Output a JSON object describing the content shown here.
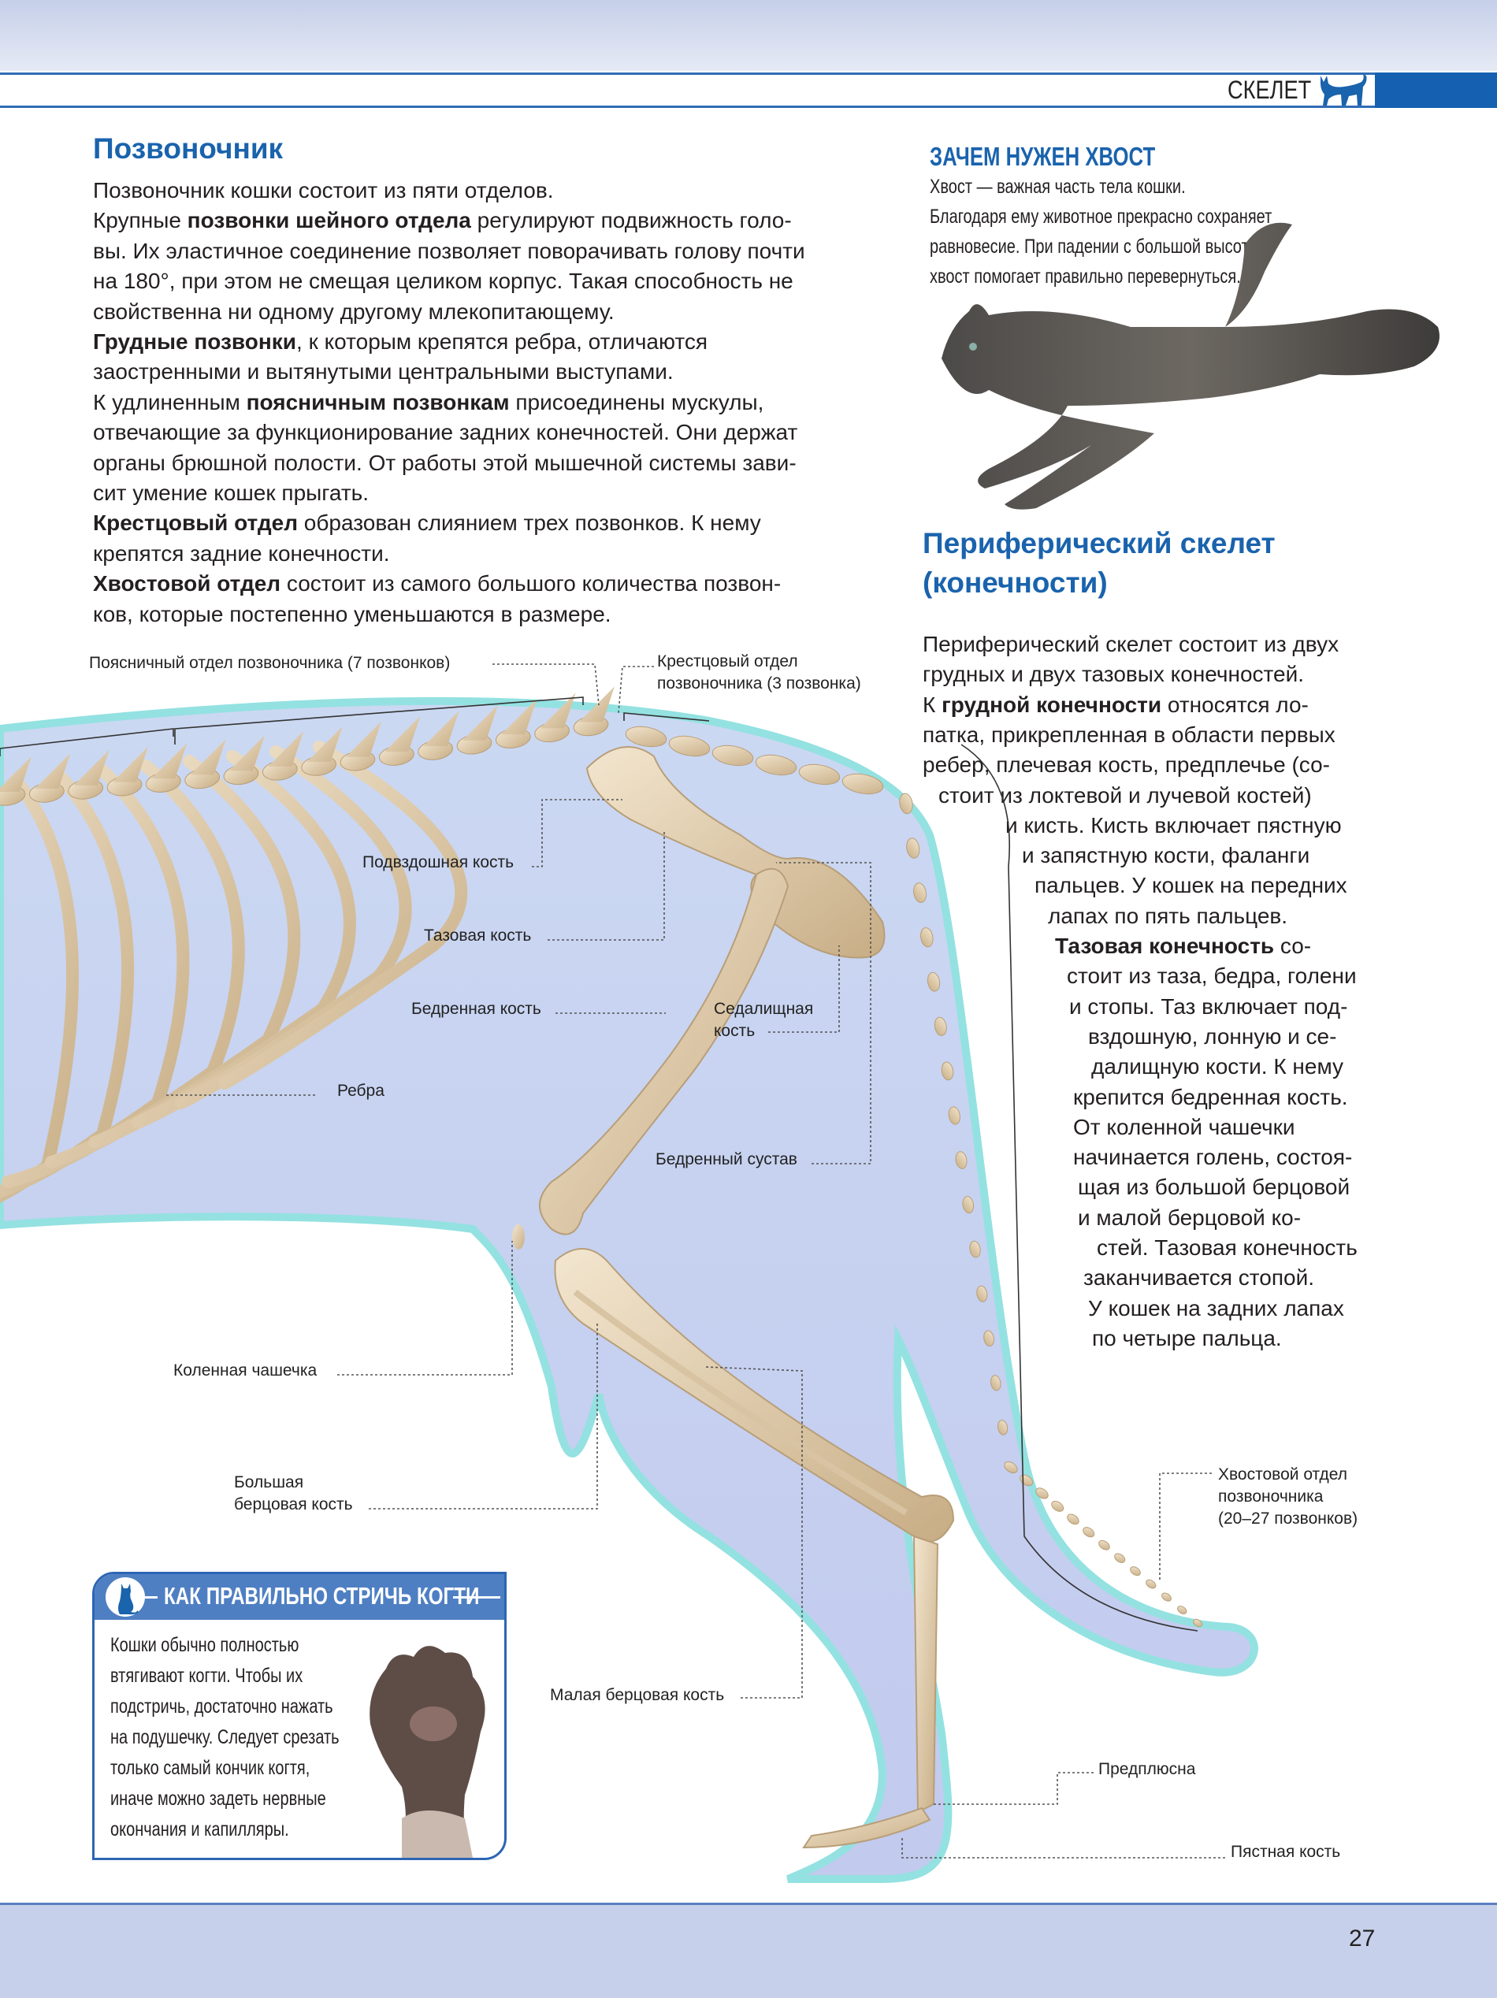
{
  "header": {
    "section": "СКЕЛЕТ",
    "accent": "#1560b0"
  },
  "footer": {
    "page_number": "27"
  },
  "spine": {
    "title": "Позвоночник",
    "lines": [
      [
        {
          "t": "Позвоночник кошки состоит из пяти отделов."
        }
      ],
      [
        {
          "t": "Крупные "
        },
        {
          "t": "позвонки шейного отдела",
          "b": true
        },
        {
          "t": " регулируют подвижность голо-"
        }
      ],
      [
        {
          "t": "вы. Их эластичное соединение позволяет поворачивать голову почти"
        }
      ],
      [
        {
          "t": "на 180°, при этом не смещая целиком корпус. Такая способность не"
        }
      ],
      [
        {
          "t": "свойственна ни одному другому млекопитающему."
        }
      ],
      [
        {
          "t": "Грудные позвонки",
          "b": true
        },
        {
          "t": ", к которым крепятся ребра, отличаются"
        }
      ],
      [
        {
          "t": "заостренными и вытянутыми центральными выступами."
        }
      ],
      [
        {
          "t": "К удлиненным "
        },
        {
          "t": "поясничным позвонкам",
          "b": true
        },
        {
          "t": " присоединены мускулы,"
        }
      ],
      [
        {
          "t": "отвечающие за функционирование задних конечностей. Они держат"
        }
      ],
      [
        {
          "t": "органы брюшной полости. От работы этой мышечной системы зави-"
        }
      ],
      [
        {
          "t": "сит умение кошек прыгать."
        }
      ],
      [
        {
          "t": "Крестцовый отдел",
          "b": true
        },
        {
          "t": " образован слиянием трех позвонков. К нему"
        }
      ],
      [
        {
          "t": "крепятся задние конечности."
        }
      ],
      [
        {
          "t": "Хвостовой отдел",
          "b": true
        },
        {
          "t": " состоит из самого большого количества позвон-"
        }
      ],
      [
        {
          "t": "ков, которые постепенно уменьшаются в размере."
        }
      ]
    ]
  },
  "tail_box": {
    "title": "ЗАЧЕМ НУЖЕН ХВОСТ",
    "lines": [
      "Хвост — важная часть тела кошки.",
      "Благодаря ему животное прекрасно сохраняет",
      "равновесие. При падении с большой высоты",
      "хвост помогает правильно перевернуться."
    ]
  },
  "peripheral": {
    "title_1": "Периферический скелет",
    "title_2": "(конечности)",
    "lines": [
      [
        {
          "t": "Периферический скелет состоит из двух"
        }
      ],
      [
        {
          "t": "грудных и двух тазовых конечностей."
        }
      ],
      [
        {
          "t": "К "
        },
        {
          "t": "грудной конечности",
          "b": true
        },
        {
          "t": " относятся ло-"
        }
      ],
      [
        {
          "t": "патка, прикрепленная в области первых"
        }
      ],
      [
        {
          "t": "ребер, плечевая кость, предплечье (со-"
        }
      ],
      [
        {
          "t": "стоит из локтевой и лучевой костей)"
        }
      ],
      [
        {
          "t": "и кисть. Кисть включает пястную"
        }
      ],
      [
        {
          "t": "и запястную кости, фаланги"
        }
      ],
      [
        {
          "t": "пальцев. У кошек на передних"
        }
      ],
      [
        {
          "t": "лапах по пять пальцев."
        }
      ],
      [
        {
          "t": "Тазовая конечность",
          "b": true
        },
        {
          "t": " со-"
        }
      ],
      [
        {
          "t": "стоит из таза, бедра, голени"
        }
      ],
      [
        {
          "t": "и стопы. Таз включает под-"
        }
      ],
      [
        {
          "t": "вздошную, лонную и се-"
        }
      ],
      [
        {
          "t": "далищную кости. К нему"
        }
      ],
      [
        {
          "t": "крепится бедренная кость."
        }
      ],
      [
        {
          "t": "От коленной чашечки"
        }
      ],
      [
        {
          "t": "начинается голень, состоя-"
        }
      ],
      [
        {
          "t": "щая из большой берцовой"
        }
      ],
      [
        {
          "t": "и малой берцовой ко-"
        }
      ],
      [
        {
          "t": "стей. Тазовая конечность"
        }
      ],
      [
        {
          "t": "заканчивается стопой."
        }
      ],
      [
        {
          "t": "У кошек на задних лапах"
        }
      ],
      [
        {
          "t": "по четыре пальца."
        }
      ]
    ]
  },
  "labels": {
    "lumbar": "Поясничный отдел позвоночника (7 позвонков)",
    "sacral_1": "Крестцовый отдел",
    "sacral_2": "позвоночника (3 позвонка)",
    "ilium": "Подвздошная кость",
    "pelvis": "Тазовая кость",
    "femur": "Бедренная кость",
    "ischium_1": "Седалищная",
    "ischium_2": "кость",
    "ribs": "Ребра",
    "hip_joint": "Бедренный сустав",
    "patella": "Коленная чашечка",
    "tibia_1": "Большая",
    "tibia_2": "берцовая кость",
    "fibula": "Малая берцовая кость",
    "caudal_1": "Хвостовой отдел",
    "caudal_2": "позвоночника",
    "caudal_3": "(20–27 позвонков)",
    "tarsus": "Предплюсна",
    "metatarsal": "Пястная кость"
  },
  "claw_box": {
    "title": "КАК ПРАВИЛЬНО СТРИЧЬ КОГТИ",
    "lines": [
      "Кошки обычно полностью",
      "втягивают когти. Чтобы их",
      "подстричь, достаточно нажать",
      "на подушечку. Следует срезать",
      "только самый кончик когтя,",
      "иначе можно задеть нервные",
      "окончания и капилляры."
    ]
  }
}
